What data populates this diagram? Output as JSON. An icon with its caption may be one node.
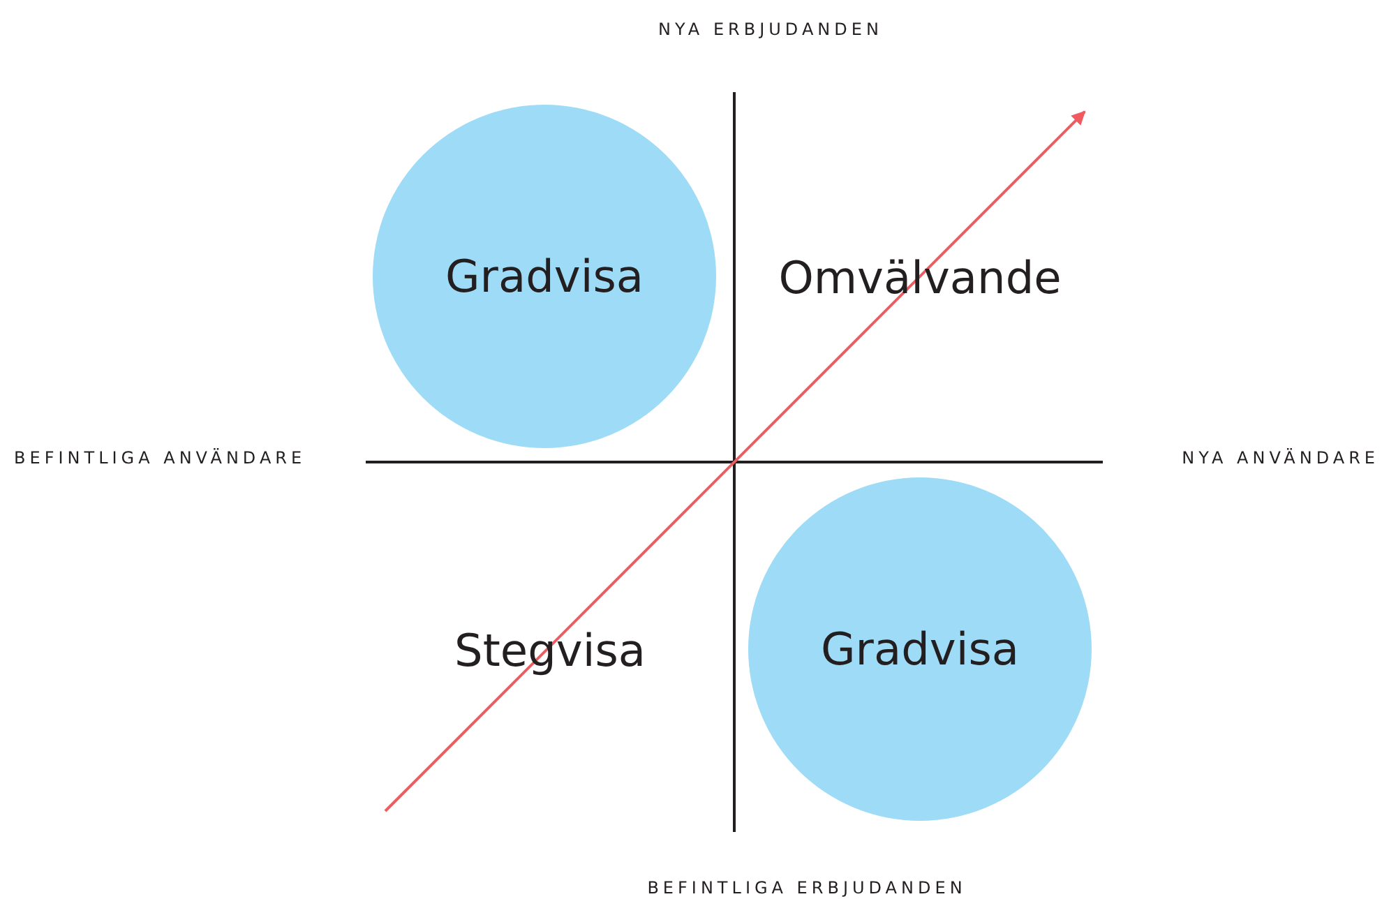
{
  "diagram": {
    "nodes": [
      {
        "text": [
          "Gradvisa"
        ]
      },
      {
        "text": [
          "Gradvisa"
        ]
      }
    ],
    "labels": [
      "NYA ERBJUDANDEN",
      "Omvälvande",
      "BEFINTLIGA ANVÄNDARE",
      "NYA ANVÄNDARE",
      "Stegvisa",
      "BEFINTLIGA ERBJUDANDEN"
    ]
  }
}
